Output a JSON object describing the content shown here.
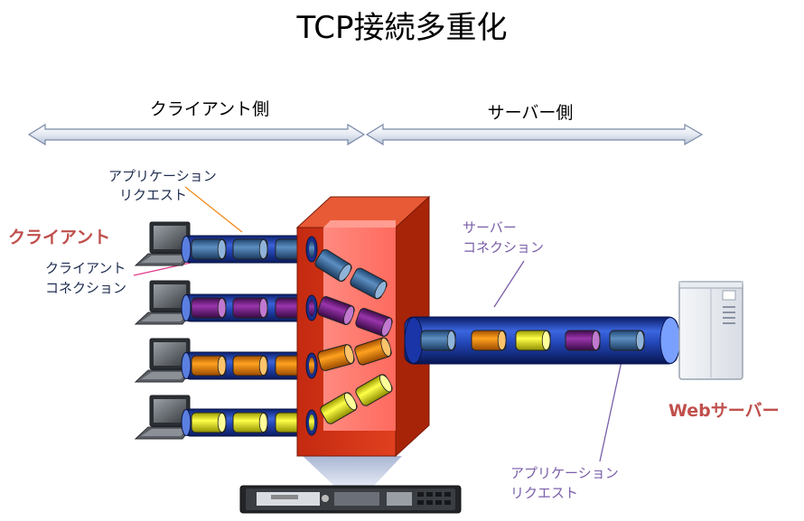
{
  "title": "TCP接続多重化",
  "sections": {
    "client_side": "クライアント側",
    "server_side": "サーバー側"
  },
  "labels": {
    "client": "クライアント",
    "web_server": "Webサーバー",
    "client_connection": [
      "クライアント",
      "コネクション"
    ],
    "server_connection": [
      "サーバー",
      "コネクション"
    ],
    "app_request_top": [
      "アプリケーション",
      "リクエスト"
    ],
    "app_request_bottom": [
      "アプリケーション",
      "リクエスト"
    ]
  },
  "colors": {
    "title": "#000000",
    "accent_red": "#c0504d",
    "purple_label": "#7a5ea8",
    "navy_label": "#1f2d4f",
    "pipe_blue": "#1f3fa0",
    "appliance_red": "#d6381a",
    "request_blue": "#2e5f8e",
    "request_purple": "#6a1b7a",
    "request_orange": "#e07b00",
    "request_yellow": "#e6e600"
  },
  "clients": [
    {
      "request_color": "blue"
    },
    {
      "request_color": "purple"
    },
    {
      "request_color": "orange"
    },
    {
      "request_color": "yellow"
    }
  ],
  "server_pipe_requests": [
    "blue",
    "orange",
    "yellow",
    "purple",
    "blue"
  ],
  "icons": [
    "laptop-icon",
    "server-tower-icon",
    "netscaler-appliance-icon",
    "double-arrow-icon"
  ]
}
